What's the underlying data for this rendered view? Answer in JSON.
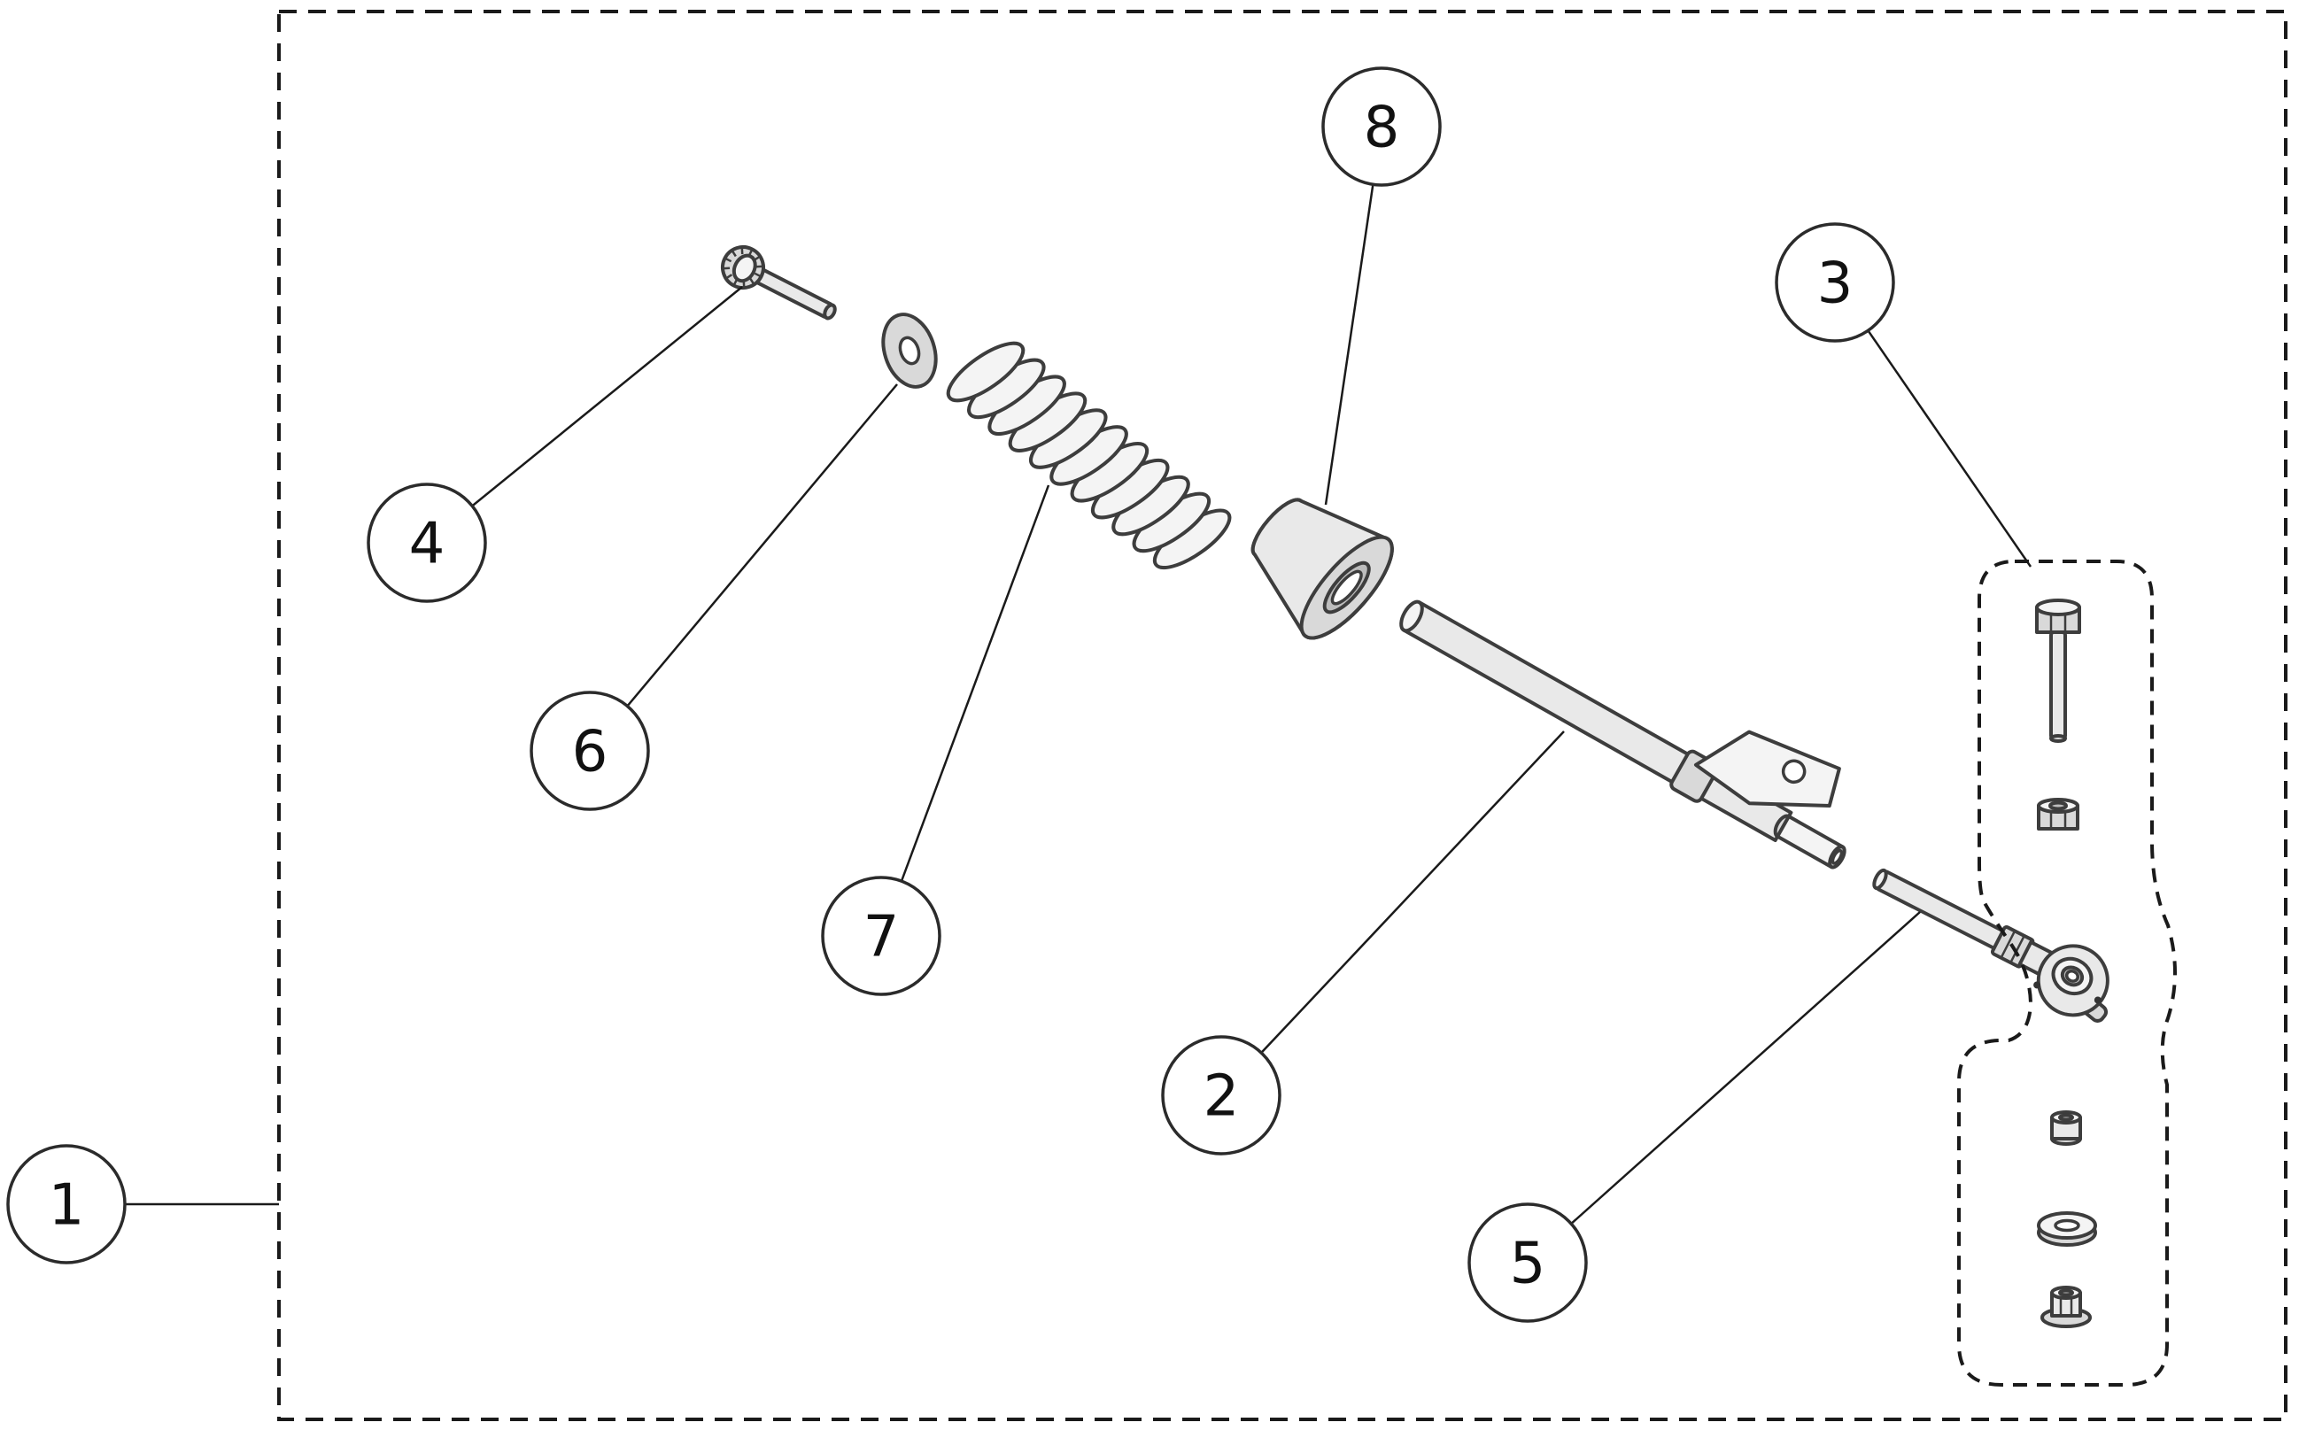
{
  "diagram": {
    "type": "exploded-parts-diagram",
    "callouts": [
      {
        "label": "1"
      },
      {
        "label": "2"
      },
      {
        "label": "3"
      },
      {
        "label": "4"
      },
      {
        "label": "5"
      },
      {
        "label": "6"
      },
      {
        "label": "7"
      },
      {
        "label": "8"
      }
    ]
  },
  "colors": {
    "line": "#1a1a1a",
    "part-stroke": "#3d3d3d",
    "part-fill": "#e9e9e9",
    "callout-fill": "#ffffff",
    "callout-stroke": "#2b2b2b",
    "background": "#ffffff",
    "text": "#111111"
  }
}
